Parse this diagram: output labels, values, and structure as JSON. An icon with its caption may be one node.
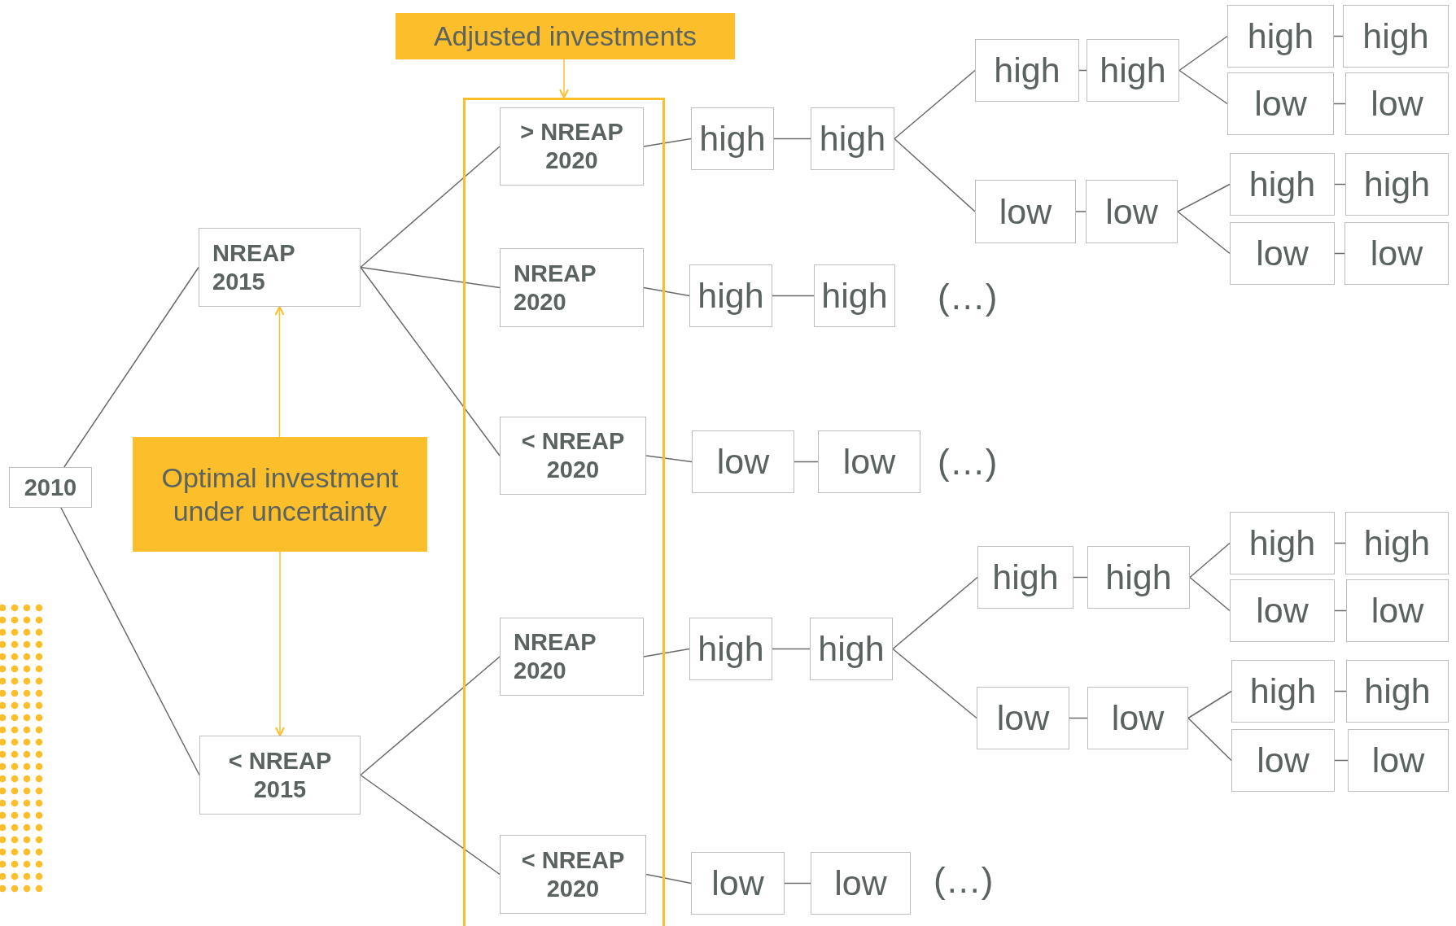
{
  "diagram": {
    "nodes": [
      {
        "text": [
          "Adjusted investments"
        ]
      },
      {
        "text": [],
        "shape": "box"
      },
      {
        "text": [
          "2010"
        ]
      },
      {
        "text": [
          "NREAP 2015"
        ]
      },
      {
        "text": [
          "Optimal investment under uncertainty"
        ]
      },
      {
        "text": [
          "< NREAP 2015"
        ]
      },
      {
        "text": [
          "> NREAP 2020"
        ],
        "in": 1
      },
      {
        "text": [
          "NREAP 2020"
        ],
        "in": 1
      },
      {
        "text": [
          "< NREAP 2020"
        ],
        "in": 1
      },
      {
        "text": [
          "NREAP 2020"
        ],
        "in": 1
      },
      {
        "text": [
          "< NREAP 2020"
        ],
        "in": 1
      },
      {
        "text": [
          "high"
        ]
      },
      {
        "text": [
          "high"
        ]
      },
      {
        "text": [
          "high"
        ]
      },
      {
        "text": [
          "high"
        ]
      },
      {
        "text": [
          "high"
        ]
      },
      {
        "text": [
          "high"
        ]
      },
      {
        "text": [
          "low"
        ]
      },
      {
        "text": [
          "low"
        ]
      },
      {
        "text": [
          "low"
        ]
      },
      {
        "text": [
          "low"
        ]
      },
      {
        "text": [
          "high"
        ]
      },
      {
        "text": [
          "high"
        ]
      },
      {
        "text": [
          "low"
        ]
      },
      {
        "text": [
          "low"
        ]
      },
      {
        "text": [
          "high"
        ]
      },
      {
        "text": [
          "high"
        ]
      },
      {
        "text": [
          "low"
        ]
      },
      {
        "text": [
          "low"
        ]
      },
      {
        "text": [
          "high"
        ]
      },
      {
        "text": [
          "high"
        ]
      },
      {
        "text": [
          "high"
        ]
      },
      {
        "text": [
          "high"
        ]
      },
      {
        "text": [
          "high"
        ]
      },
      {
        "text": [
          "high"
        ]
      },
      {
        "text": [
          "low"
        ]
      },
      {
        "text": [
          "low"
        ]
      },
      {
        "text": [
          "low"
        ]
      },
      {
        "text": [
          "low"
        ]
      },
      {
        "text": [
          "high"
        ]
      },
      {
        "text": [
          "high"
        ]
      },
      {
        "text": [
          "low"
        ]
      },
      {
        "text": [
          "low"
        ]
      },
      {
        "text": [
          "low"
        ]
      },
      {
        "text": [
          "low"
        ]
      }
    ],
    "edges": [
      {
        "from": 0,
        "to": 1,
        "arrow": "to",
        "color": "#fcbf2b"
      },
      {
        "from": 4,
        "to": 3,
        "arrow": "to",
        "color": "#fcbf2b"
      },
      {
        "from": 4,
        "to": 5,
        "arrow": "to",
        "color": "#fcbf2b"
      },
      {
        "from": 2,
        "to": 3,
        "arrow": "none"
      },
      {
        "from": 2,
        "to": 5,
        "arrow": "none"
      },
      {
        "from": 3,
        "to": 6,
        "arrow": "none"
      },
      {
        "from": 3,
        "to": 7,
        "arrow": "none"
      },
      {
        "from": 3,
        "to": 8,
        "arrow": "none"
      },
      {
        "from": 5,
        "to": 9,
        "arrow": "none"
      },
      {
        "from": 5,
        "to": 10,
        "arrow": "none"
      },
      {
        "from": 6,
        "to": 11,
        "arrow": "none"
      },
      {
        "from": 11,
        "to": 12,
        "arrow": "none"
      },
      {
        "from": 12,
        "to": 13,
        "arrow": "none"
      },
      {
        "from": 13,
        "to": 14,
        "arrow": "none"
      },
      {
        "from": 14,
        "to": 15,
        "arrow": "none"
      },
      {
        "from": 15,
        "to": 16,
        "arrow": "none"
      },
      {
        "from": 14,
        "to": 17,
        "arrow": "none"
      },
      {
        "from": 17,
        "to": 18,
        "arrow": "none"
      },
      {
        "from": 12,
        "to": 19,
        "arrow": "none"
      },
      {
        "from": 19,
        "to": 20,
        "arrow": "none"
      },
      {
        "from": 20,
        "to": 21,
        "arrow": "none"
      },
      {
        "from": 21,
        "to": 22,
        "arrow": "none"
      },
      {
        "from": 20,
        "to": 23,
        "arrow": "none"
      },
      {
        "from": 23,
        "to": 24,
        "arrow": "none"
      },
      {
        "from": 7,
        "to": 25,
        "arrow": "none"
      },
      {
        "from": 25,
        "to": 26,
        "arrow": "none"
      },
      {
        "from": 8,
        "to": 27,
        "arrow": "none"
      },
      {
        "from": 27,
        "to": 28,
        "arrow": "none"
      },
      {
        "from": 9,
        "to": 29,
        "arrow": "none"
      },
      {
        "from": 29,
        "to": 30,
        "arrow": "none"
      },
      {
        "from": 30,
        "to": 31,
        "arrow": "none"
      },
      {
        "from": 31,
        "to": 32,
        "arrow": "none"
      },
      {
        "from": 32,
        "to": 33,
        "arrow": "none"
      },
      {
        "from": 33,
        "to": 34,
        "arrow": "none"
      },
      {
        "from": 32,
        "to": 35,
        "arrow": "none"
      },
      {
        "from": 35,
        "to": 36,
        "arrow": "none"
      },
      {
        "from": 30,
        "to": 37,
        "arrow": "none"
      },
      {
        "from": 37,
        "to": 38,
        "arrow": "none"
      },
      {
        "from": 38,
        "to": 39,
        "arrow": "none"
      },
      {
        "from": 39,
        "to": 40,
        "arrow": "none"
      },
      {
        "from": 38,
        "to": 41,
        "arrow": "none"
      },
      {
        "from": 41,
        "to": 42,
        "arrow": "none"
      },
      {
        "from": 10,
        "to": 43,
        "arrow": "none"
      },
      {
        "from": 43,
        "to": 44,
        "arrow": "none"
      }
    ],
    "labels": [
      "(…)",
      "(…)",
      "(…)"
    ]
  }
}
